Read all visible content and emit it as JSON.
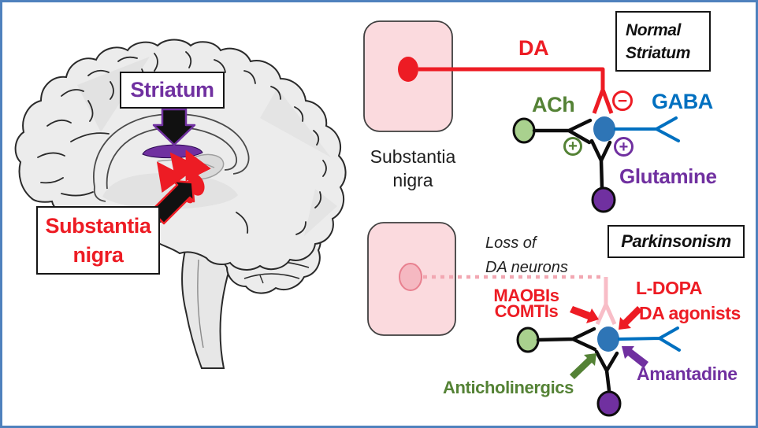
{
  "figure": {
    "background": "#ffffff",
    "frame_color": "#4f81bd"
  },
  "colors": {
    "red": "#ed1c24",
    "purple": "#7030a0",
    "dark_green": "#548235",
    "light_green": "#a9d18e",
    "blue_text": "#0070c0",
    "blue_soma": "#2e75b6",
    "pink_region": "#fbdade",
    "faded_pink": "#f5b8c1",
    "black": "#111111"
  },
  "brain_panel": {
    "striatum_label": "Striatum",
    "substantia_nigra_line1": "Substantia",
    "substantia_nigra_line2": "nigra"
  },
  "normal_panel": {
    "title_line1": "Normal",
    "title_line2": "Striatum",
    "region_line1": "Substantia",
    "region_line2": "nigra",
    "da_label": "DA",
    "ach_label": "ACh",
    "gaba_label": "GABA",
    "glutamine_label": "Glutamine",
    "inhibitory_sign": "−",
    "excitatory_sign": "+"
  },
  "parkinsonism_panel": {
    "title": "Parkinsonism",
    "loss_line1": "Loss of",
    "loss_line2": "DA neurons",
    "drug_maobis": "MAOBIs",
    "drug_comtis": "COMTIs",
    "drug_ldopa": "L-DOPA",
    "drug_da_agonists": "DA agonists",
    "drug_anticholinergics": "Anticholinergics",
    "drug_amantadine": "Amantadine"
  }
}
